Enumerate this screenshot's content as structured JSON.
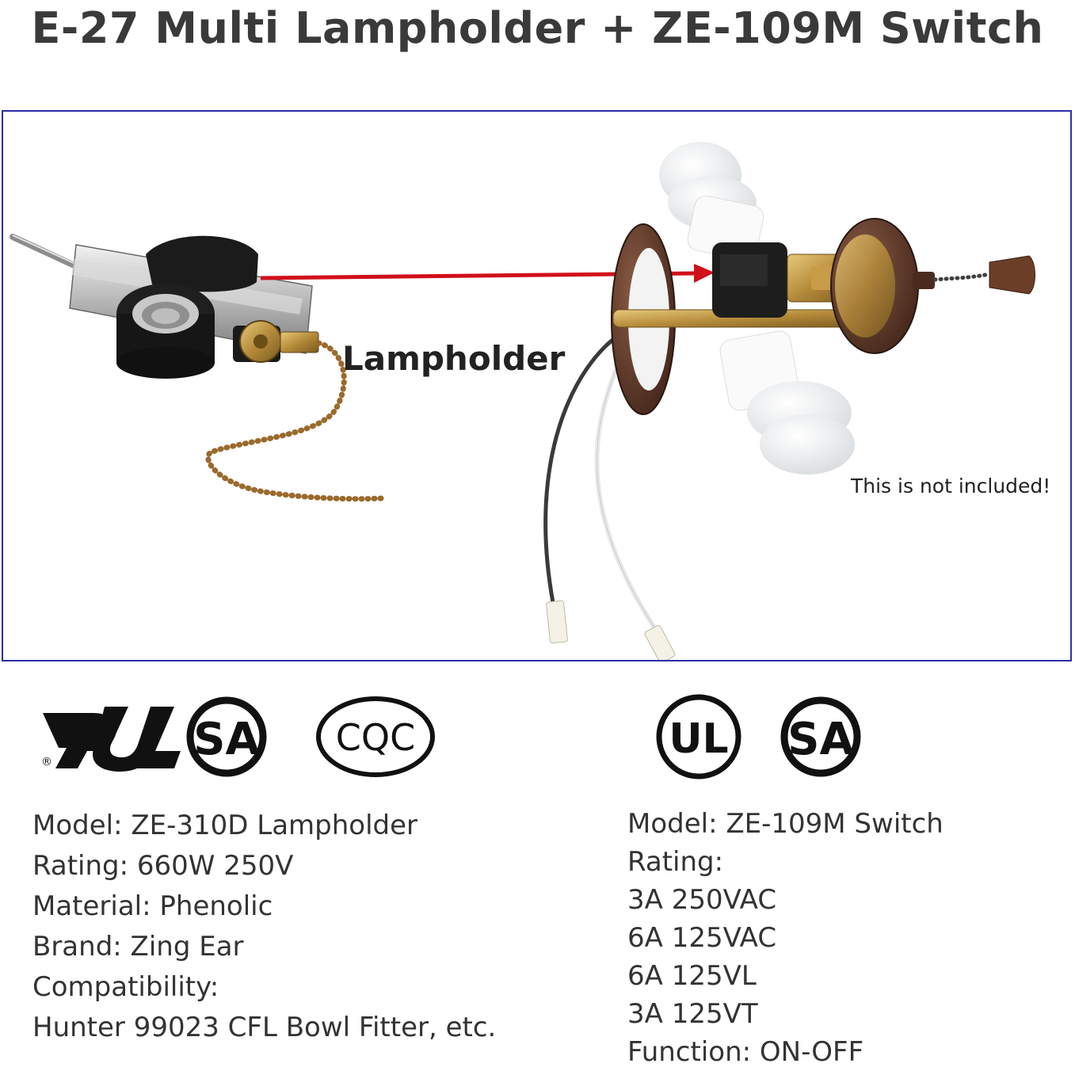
{
  "title": "E-27 Multi Lampholder + ZE-109M Switch",
  "photo": {
    "arrow_label": "Lampholder",
    "note": "This is not included!",
    "accent_color": "#d0101a"
  },
  "certifications": {
    "left": [
      {
        "icon": "ul-recognized-icon",
        "text": "®"
      },
      {
        "icon": "csa-icon",
        "text": "SA"
      },
      {
        "icon": "cqc-icon",
        "text": "CQC"
      }
    ],
    "right": [
      {
        "icon": "ul-listed-icon",
        "text": "UL"
      },
      {
        "icon": "csa-icon",
        "text": "SA"
      }
    ]
  },
  "lampholder_specs": [
    "Model: ZE-310D Lampholder",
    "Rating: 660W 250V",
    "Material: Phenolic",
    "Brand: Zing Ear",
    "Compatibility:",
    "Hunter 99023 CFL Bowl Fitter, etc."
  ],
  "switch_specs": [
    "Model: ZE-109M Switch",
    "Rating:",
    "3A 250VAC",
    "6A 125VAC",
    "6A 125VL",
    "3A 125VT",
    "Function: ON-OFF"
  ]
}
